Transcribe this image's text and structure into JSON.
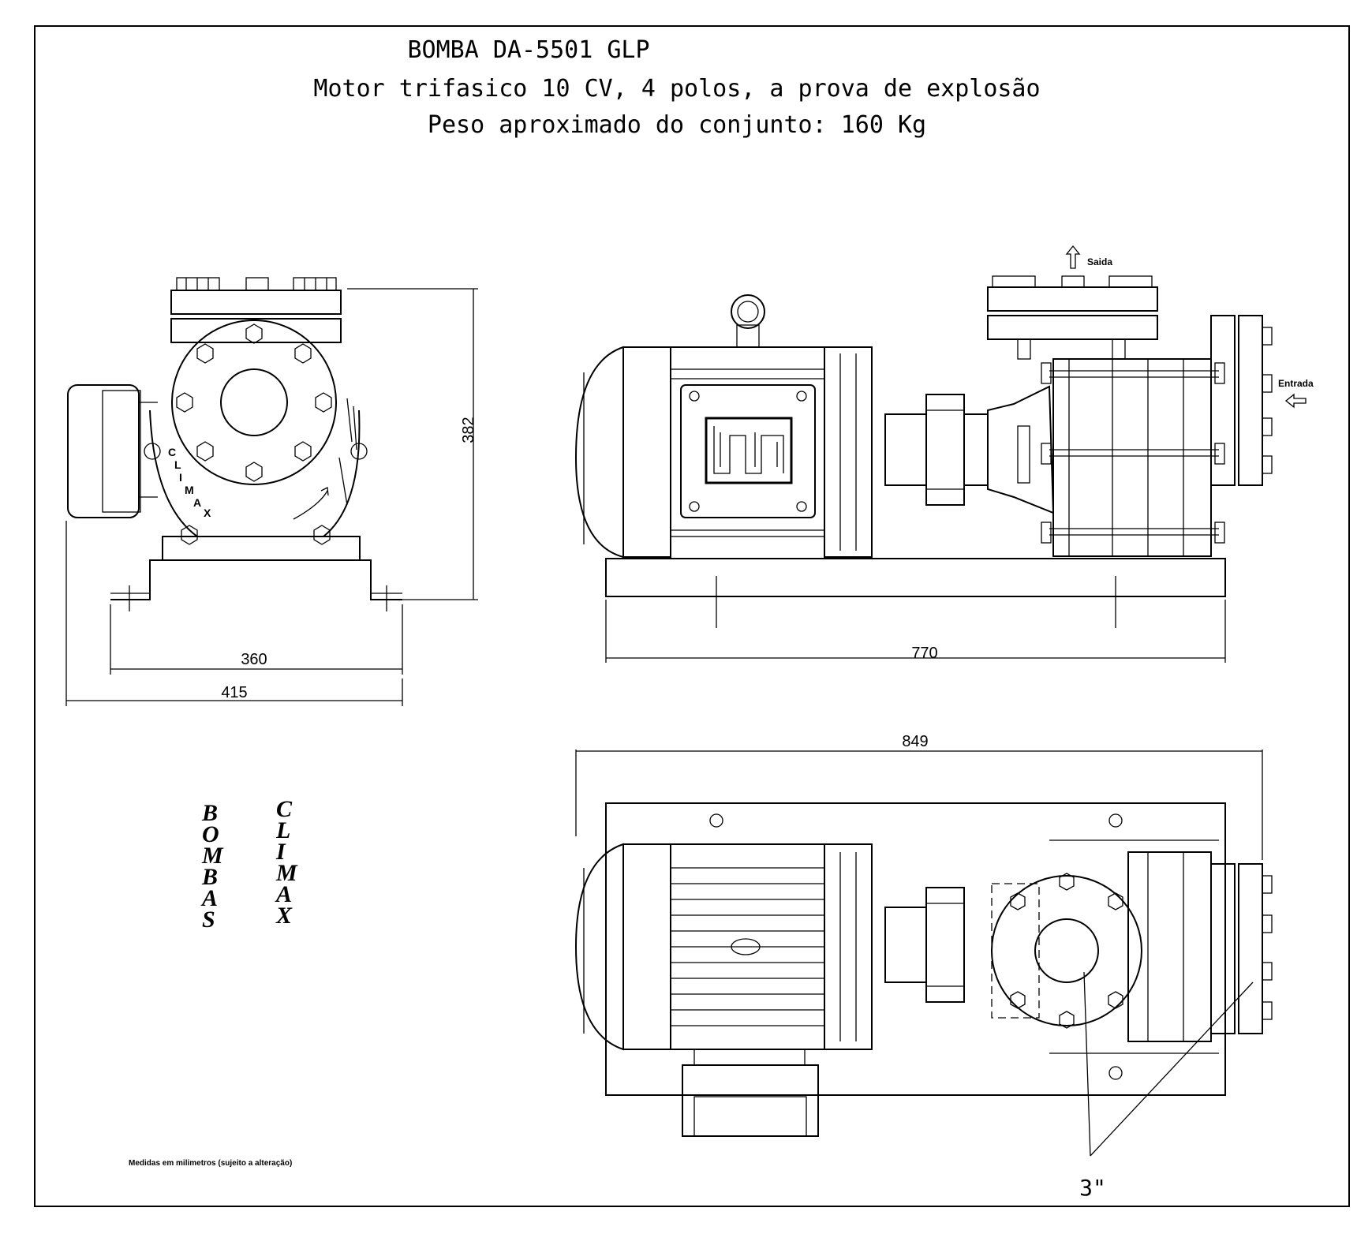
{
  "title": {
    "line1": "BOMBA  DA-5501 GLP",
    "line2": "Motor trifasico 10 CV, 4 polos, a prova de explosão",
    "line3": "Peso aproximado do conjunto:  160 Kg"
  },
  "dimensions": {
    "height": "382",
    "base_span": "360",
    "total_width": "415",
    "side_length": "770",
    "top_length": "849"
  },
  "labels": {
    "outlet": "Saida",
    "inlet": "Entrada",
    "pipe_size": "3\"",
    "nameplate_front": "CLIMAX",
    "brand_col1": "BOMBAS",
    "brand_col2": "CLIMAX",
    "footnote": "Medidas em milimetros (sujeito a alteração)"
  }
}
